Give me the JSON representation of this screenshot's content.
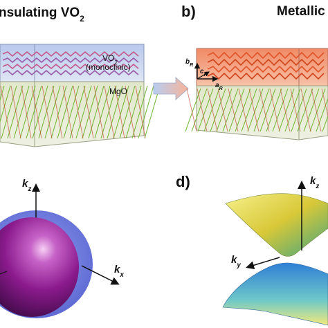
{
  "figure": {
    "panel_a": {
      "title_main": "nsulating VO",
      "title_sub": "2",
      "layer_top_main": "VO",
      "layer_top_sub": "2",
      "layer_top_second": "(monoclinic)",
      "layer_bottom": "MgO"
    },
    "panel_b": {
      "label": "b)",
      "title": "Metallic",
      "axis_b": "b",
      "axis_c": "c",
      "axis_a": "a",
      "axis_sub": "R"
    },
    "panel_c": {
      "axis_kz": "k",
      "axis_kz_sub": "z",
      "axis_kx": "k",
      "axis_kx_sub": "x"
    },
    "panel_d": {
      "label": "d)",
      "axis_kz": "k",
      "axis_kz_sub": "z",
      "axis_ky": "k",
      "axis_ky_sub": "y"
    },
    "colors": {
      "vo2_insulating": "#c8d6ee",
      "vo2_metallic": "#f4a080",
      "mgo_substrate": "#dfe6c8",
      "sphere_inner": "#8a1a8c",
      "sphere_outer": "#5a6ee0",
      "cone_upper": "#e6e040",
      "cone_lower": "#3a8ad6"
    }
  }
}
